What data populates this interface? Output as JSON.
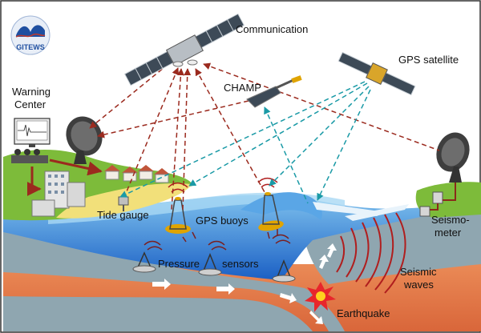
{
  "logo": {
    "text": "GITEWS",
    "colors": {
      "wave": "#1f4fa0",
      "ring": "#e8eef7"
    }
  },
  "labels": {
    "communication": "Communication",
    "gps_satellite": "GPS satellite",
    "champ": "CHAMP",
    "warning_center_1": "Warning",
    "warning_center_2": "Center",
    "tide_gauge": "Tide gauge",
    "gps_buoys": "GPS buoys",
    "pressure": "Pressure",
    "sensors": "sensors",
    "seismometer_1": "Seismo-",
    "seismometer_2": "meter",
    "seismic_1": "Seismic",
    "seismic_2": "waves",
    "earthquake": "Earthquake"
  },
  "colors": {
    "ocean_deep": "#1f63c8",
    "ocean_light": "#8ec8ee",
    "land": "#7dbb3a",
    "beach": "#f2e07a",
    "crust_upper": "#8fa6b0",
    "mantle": "#e07a4a",
    "link_red": "#9b2a1e",
    "link_teal": "#1a9aa6",
    "seismic": "#b01e1e",
    "border": "#333333"
  },
  "icons": [
    "logo-icon",
    "communication-satellite-icon",
    "gps-satellite-icon",
    "champ-satellite-icon",
    "satellite-dish-icon",
    "warning-center-icon",
    "buildings-icon",
    "tide-gauge-icon",
    "gps-buoy-icon",
    "pressure-sensor-icon",
    "seismometer-icon",
    "earthquake-icon"
  ]
}
